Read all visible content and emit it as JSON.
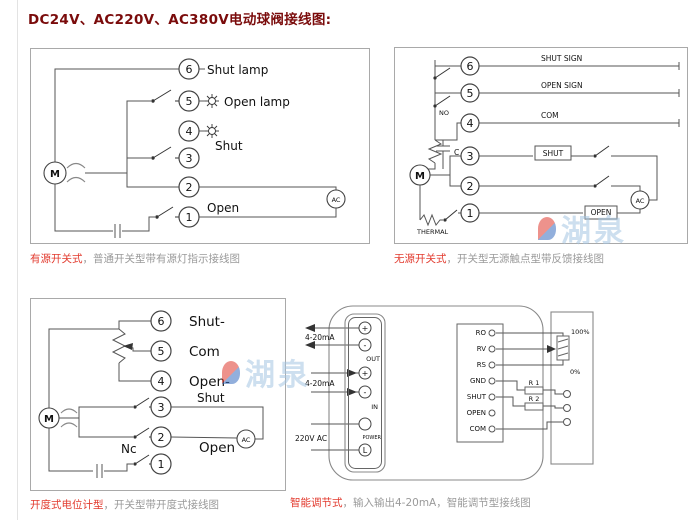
{
  "page": {
    "title": "DC24V、AC220V、AC380V电动球阀接线图:"
  },
  "colors": {
    "title": "#7a0b0b",
    "caption_lead": "#e23a2e",
    "caption_rest": "#9a9a9a",
    "wire": "#555555",
    "watermark": "#a5c6e2"
  },
  "watermark": {
    "text": "湖泉"
  },
  "d1": {
    "terminals": [
      "6",
      "5",
      "4",
      "3",
      "2",
      "1"
    ],
    "labels": {
      "shut_lamp": "Shut lamp",
      "open_lamp": "Open lamp",
      "shut": "Shut",
      "open": "Open"
    },
    "motor": "M",
    "ac": "AC",
    "caption": {
      "lead": "有源开关式",
      "rest": "，普通开关型带有源灯指示接线图"
    }
  },
  "d2": {
    "terminals": [
      "6",
      "5",
      "4",
      "3",
      "2",
      "1"
    ],
    "labels": {
      "shut_sign": "SHUT SIGN",
      "open_sign": "OPEN SIGN",
      "no": "NO",
      "com": "COM",
      "shut": "SHUT",
      "open": "OPEN",
      "thermal": "THERMAL",
      "cap": "C"
    },
    "motor": "M",
    "ac": "AC",
    "caption": {
      "lead": "无源开关式",
      "rest": "，开关型无源触点型带反馈接线图"
    }
  },
  "d3": {
    "terminals": [
      "6",
      "5",
      "4",
      "3",
      "2",
      "1"
    ],
    "labels": {
      "shut_fb": "Shut-",
      "com": "Com",
      "open_fb": "Open-",
      "shut": "Shut",
      "open": "Open",
      "nc": "Nc"
    },
    "motor": "M",
    "ac": "AC",
    "caption": {
      "lead": "开度式电位计型",
      "rest": "，开关型带开度式接线图"
    }
  },
  "d4": {
    "strip": {
      "t1": "+",
      "t2": "-",
      "t3": "+",
      "t4": "-",
      "t5": "",
      "t6": "L",
      "out": "OUT",
      "in": "IN",
      "power": "POWER"
    },
    "labels": {
      "ma_out": "4-20mA",
      "ma_in": "4-20mA",
      "power": "220V AC",
      "p100": "100%",
      "p0": "0%",
      "r1": "R 1",
      "r2": "R 2"
    },
    "pins": [
      "RO",
      "RV",
      "RS",
      "GND",
      "SHUT",
      "OPEN",
      "COM"
    ],
    "caption": {
      "lead": "智能调节式",
      "rest": "，输入输出4-20mA，智能调节型接线图"
    }
  }
}
